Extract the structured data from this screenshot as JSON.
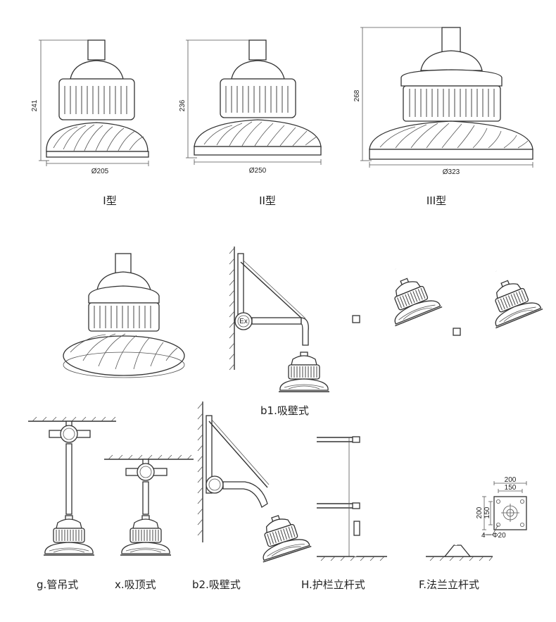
{
  "models": [
    {
      "label": "I型",
      "height": "241",
      "diameter": "Ø205"
    },
    {
      "label": "II型",
      "height": "236",
      "diameter": "Ø250"
    },
    {
      "label": "III型",
      "height": "268",
      "diameter": "Ø323"
    }
  ],
  "installations": {
    "g": "g.管吊式",
    "x": "x.吸顶式",
    "b1": "b1.吸壁式",
    "b2": "b2.吸壁式",
    "h": "H.护栏立杆式",
    "f": "F.法兰立杆式"
  },
  "junction_box_mark": "Ex",
  "flange": {
    "top_width": "200",
    "top_inner": "150",
    "side_width": "200",
    "side_inner": "150",
    "holes": "4－Φ20"
  }
}
